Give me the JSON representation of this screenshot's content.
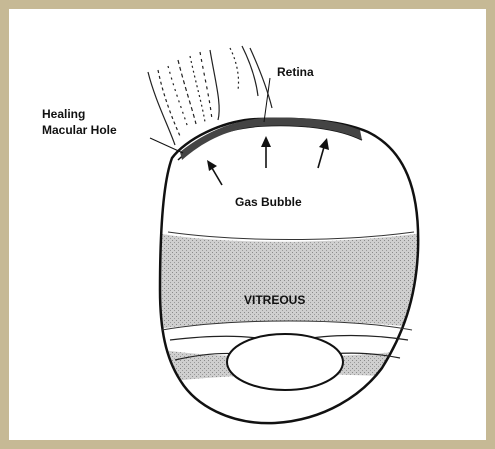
{
  "figure": {
    "frame_color": "#c6b995",
    "labels": {
      "retina": "Retina",
      "macular_hole_line1": "Healing",
      "macular_hole_line2": "Macular Hole",
      "gas_bubble": "Gas Bubble",
      "vitreous": "VITREOUS"
    }
  }
}
